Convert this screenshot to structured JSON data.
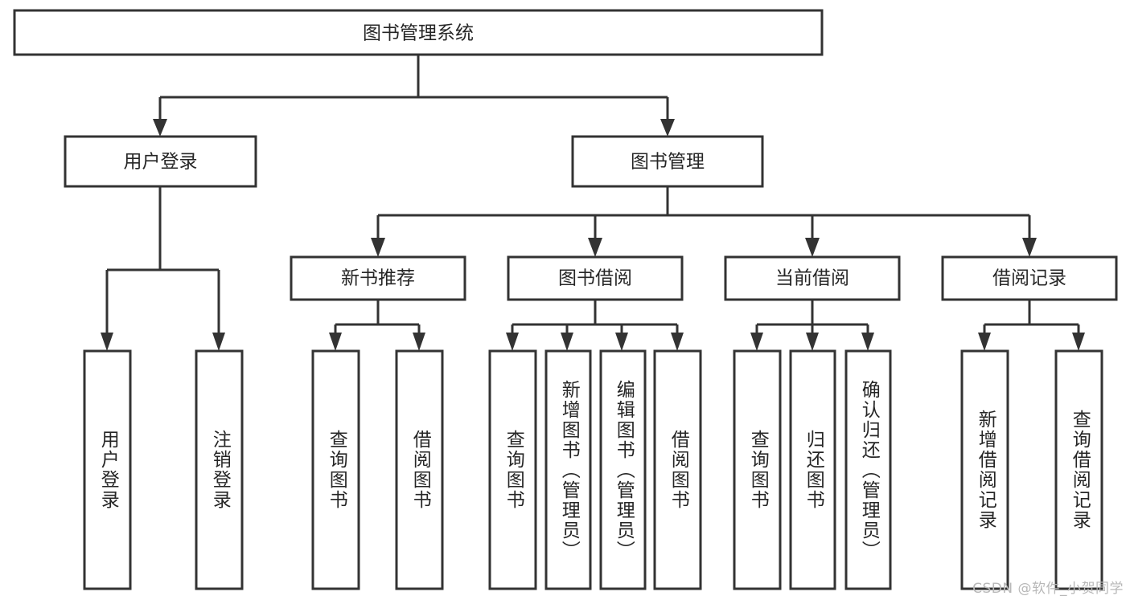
{
  "diagram": {
    "title": "图书管理系统",
    "type": "tree-hierarchy",
    "watermark": "CSDN @软件_小贺同学",
    "colors": {
      "stroke": "#333333",
      "box_fill": "#ffffff",
      "text": "#262626",
      "background": "#ffffff",
      "watermark": "#b8b8b8"
    },
    "root": {
      "label": "图书管理系统"
    },
    "level2": [
      {
        "label": "用户登录"
      },
      {
        "label": "图书管理"
      }
    ],
    "level3": [
      {
        "label": "新书推荐"
      },
      {
        "label": "图书借阅"
      },
      {
        "label": "当前借阅"
      },
      {
        "label": "借阅记录"
      }
    ],
    "leaves": {
      "user_login": [
        {
          "label": "用户登录"
        },
        {
          "label": "注销登录"
        }
      ],
      "new_book_recommend": [
        {
          "label": "查询图书"
        },
        {
          "label": "借阅图书"
        }
      ],
      "book_borrow": [
        {
          "label": "查询图书"
        },
        {
          "label": "新增图书（管理员）"
        },
        {
          "label": "编辑图书（管理员）"
        },
        {
          "label": "借阅图书"
        }
      ],
      "current_borrow": [
        {
          "label": "查询图书"
        },
        {
          "label": "归还图书"
        },
        {
          "label": "确认归还（管理员）"
        }
      ],
      "borrow_record": [
        {
          "label": "新增借阅记录"
        },
        {
          "label": "查询借阅记录"
        }
      ]
    }
  }
}
